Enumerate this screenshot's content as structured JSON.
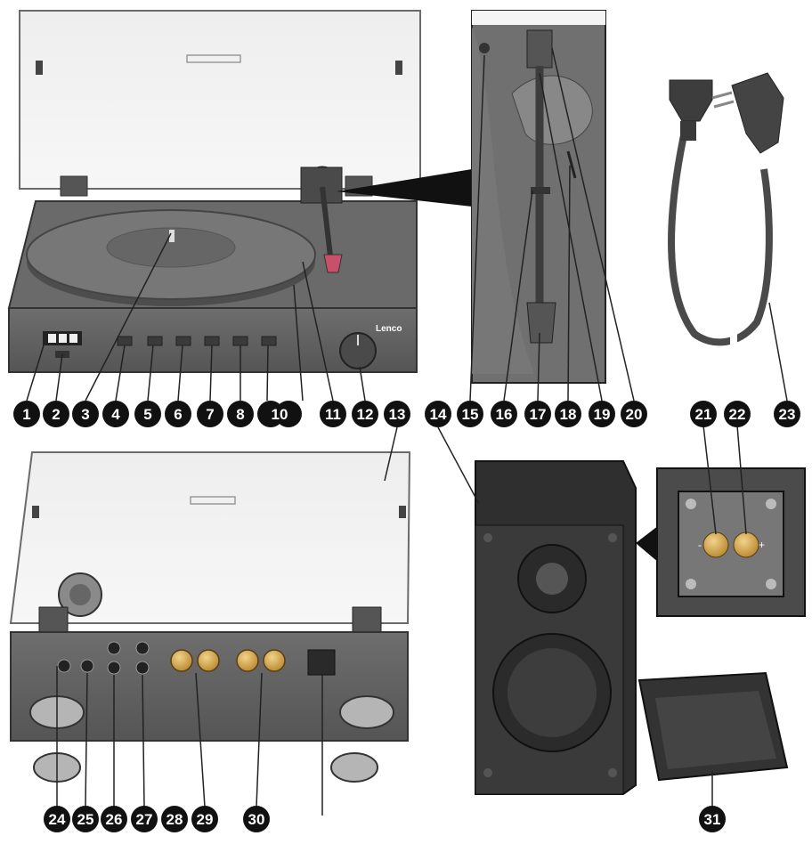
{
  "brand": "Lenco",
  "terminals": {
    "minus": "-",
    "plus": "+"
  },
  "callouts": [
    "1",
    "2",
    "3",
    "4",
    "5",
    "6",
    "7",
    "8",
    "10",
    "11",
    "12",
    "13",
    "14",
    "15",
    "16",
    "17",
    "18",
    "19",
    "20",
    "21",
    "22",
    "23",
    "24",
    "25",
    "26",
    "27",
    "28",
    "29",
    "30",
    "31"
  ]
}
